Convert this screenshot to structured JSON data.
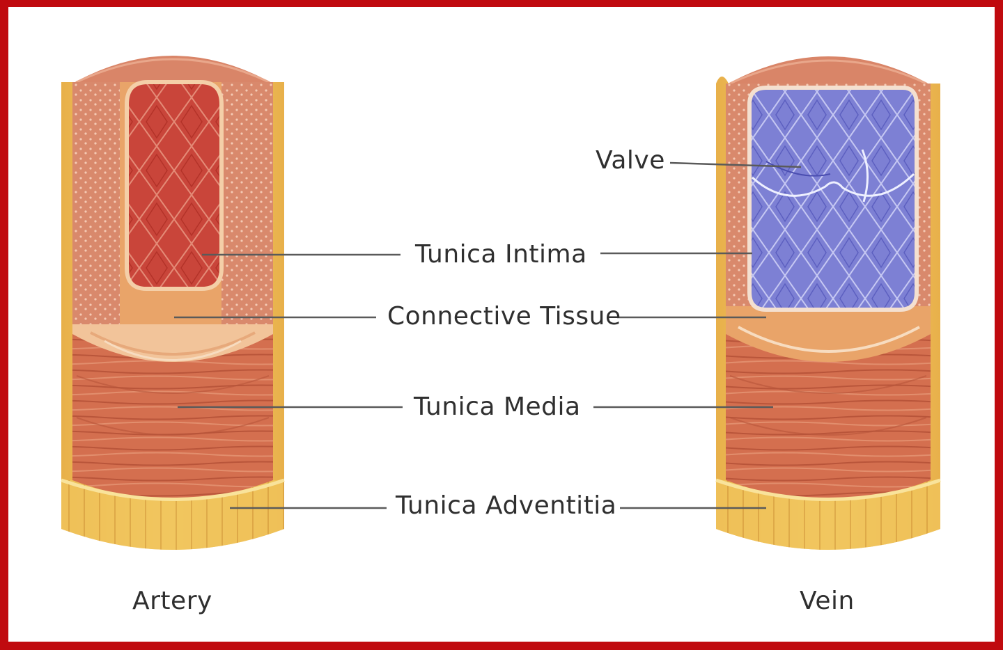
{
  "labels": {
    "valve": "Valve",
    "tunica_intima": "Tunica Intima",
    "connective_tissue": "Connective Tissue",
    "tunica_media": "Tunica Media",
    "tunica_adventitia": "Tunica Adventitia",
    "artery": "Artery",
    "vein": "Vein"
  },
  "colors": {
    "frame": "#c00a0f",
    "artery_lumen": "#c9453a",
    "vein_lumen": "#7f82d6",
    "media": "#d4714f",
    "adventitia": "#f0c35a",
    "connective": "#e6a868",
    "line": "#555555"
  }
}
